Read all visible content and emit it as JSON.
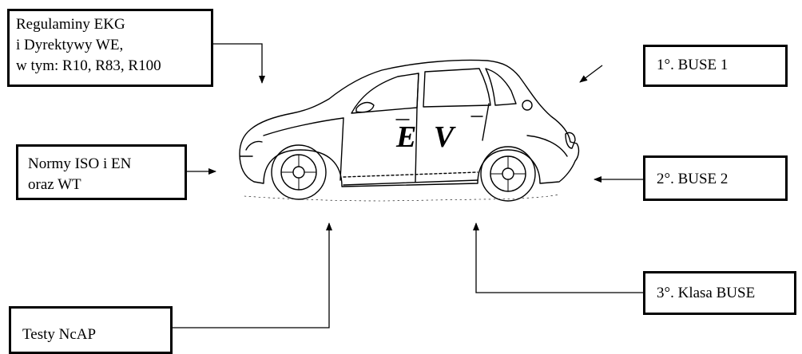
{
  "boxes": {
    "regulations": {
      "lines": [
        "Regulaminy EKG",
        "i Dyrektywy WE,",
        "w tym: R10, R83, R100"
      ]
    },
    "norms": {
      "lines": [
        "Normy ISO i EN",
        "oraz WT"
      ]
    },
    "ncap": {
      "lines": [
        "Testy NcAP"
      ]
    },
    "buse1": {
      "lines": [
        "1°. BUSE 1"
      ]
    },
    "buse2": {
      "lines": [
        "2°. BUSE 2"
      ]
    },
    "buse3": {
      "lines": [
        "3°. Klasa BUSE"
      ]
    }
  },
  "vehicle": {
    "label": "E V",
    "icon": "car-icon"
  }
}
